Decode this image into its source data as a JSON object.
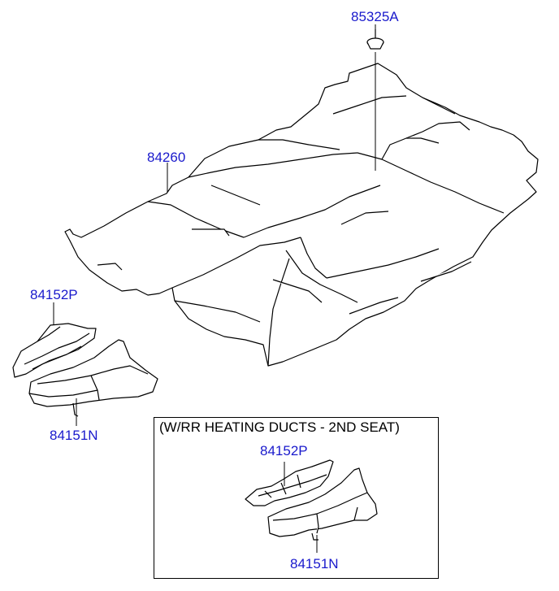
{
  "parts": {
    "p85325A": "85325A",
    "p84260": "84260",
    "p84152P_main": "84152P",
    "p84151N_main": "84151N",
    "p84152P_inset": "84152P",
    "p84151N_inset": "84151N"
  },
  "inset": {
    "title": "(W/RR HEATING DUCTS - 2ND SEAT)"
  },
  "colors": {
    "label": "#1a1acc",
    "line": "#000000",
    "fill": "#ffffff"
  }
}
